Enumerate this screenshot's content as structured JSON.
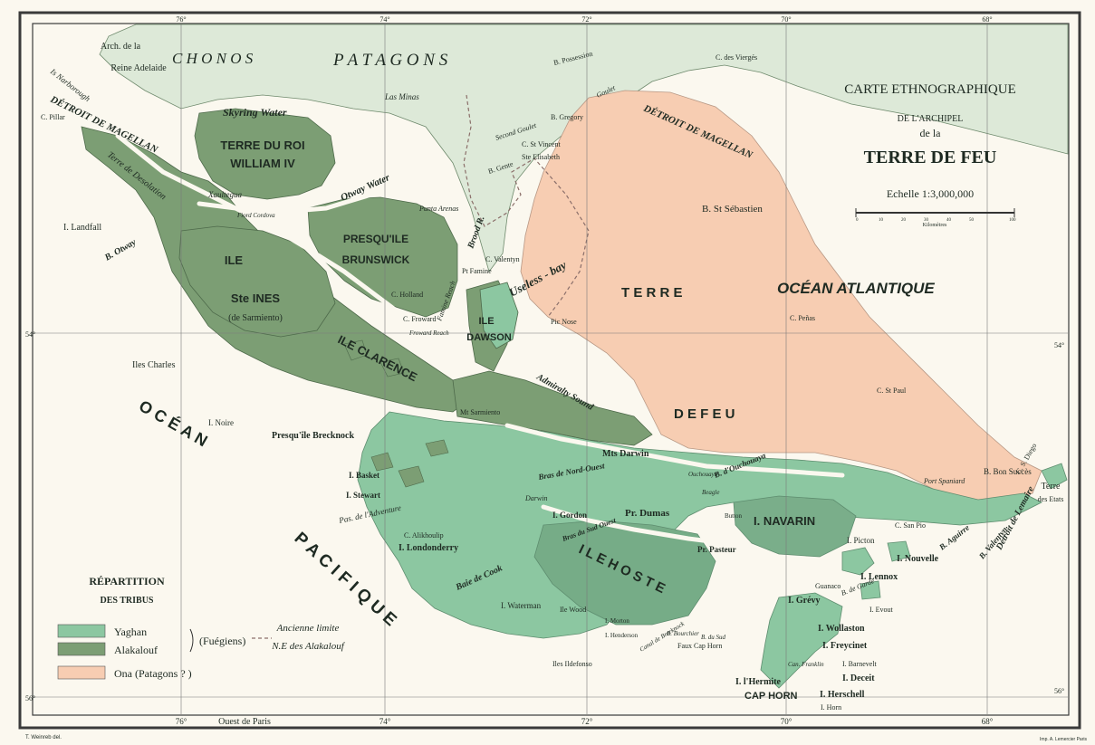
{
  "title": {
    "line1": "CARTE ETHNOGRAPHIQUE",
    "line2": "DE L'ARCHIPEL",
    "line3": "de la",
    "line4": "TERRE DE FEU",
    "scale": "Echelle 1:3,000,000",
    "scale_unit": "Kilomètres",
    "scale_ticks": [
      "0",
      "10",
      "20",
      "30",
      "40",
      "50",
      "100"
    ]
  },
  "colors": {
    "yaghan": "#8cc7a1",
    "alakalouf": "#7c9e74",
    "ona": "#f7cdb2",
    "land_plain": "#dde9d8",
    "sea": "#fbf8ef"
  },
  "legend": {
    "title1": "RÉPARTITION",
    "title2": "DES TRIBUS",
    "items": [
      {
        "label": "Yaghan",
        "color": "#8cc7a1"
      },
      {
        "label": "Alakalouf",
        "color": "#7c9e74"
      },
      {
        "label": "Ona (Patagons ? )",
        "color": "#f7cdb2"
      }
    ],
    "group_label": "(Fuégiens)",
    "limit_label1": "Ancienne limite",
    "limit_label2": "N.E des Alakalouf"
  },
  "graticule": {
    "lon_top": [
      "76°",
      "74°",
      "72°",
      "70°",
      "68°"
    ],
    "lon_bottom": [
      "76°",
      "74°",
      "72°",
      "70°",
      "68°"
    ],
    "bottom_note": "Ouest de Paris",
    "lat_left": [
      "54°",
      "56°"
    ],
    "lat_right": [
      "54°",
      "56°"
    ]
  },
  "credits": {
    "left": "T. Weinreb del.",
    "right": "Imp. A. Lemercier Paris"
  },
  "labels": {
    "arch_reine": "Arch. de la",
    "arch_reine2": "Reine Adelaide",
    "chonos": "C H O N O S",
    "patagons": "P A T A G O N S",
    "is_narborough": "Is Narborough",
    "detroit_w": "DÉTROIT DE MAGELLAN",
    "detroit_e": "DÉTROIT DE MAGELLAN",
    "c_pillar": "C. Pillar",
    "terre_desolation": "Terre de Desolation",
    "skyring": "Skyring Water",
    "las_minas": "Las Minas",
    "terre_roi": "TERRE DU ROI",
    "william": "WILLIAM IV",
    "xaultegua": "Xaultegua",
    "fiord": "Fiord Cordova",
    "otway_water": "Otway Water",
    "punta_arenas": "Punta Arenas",
    "brood": "Brood R.",
    "presquile": "PRESQU'ILE",
    "brunswick": "BRUNSWICK",
    "landfall": "I. Landfall",
    "b_otway": "B. Otway",
    "ile": "ILE",
    "st_ines": "Ste INES",
    "de_sarmiento": "(de Sarmiento)",
    "c_holland": "C. Holland",
    "pt_famine": "Pt Famine",
    "famine_reach": "Famine Reach",
    "c_froward": "C. Froward",
    "froward_reach": "Froward Reach",
    "ile_dawson1": "ILE",
    "ile_dawson2": "DAWSON",
    "c_valentyn": "C. Valentyn",
    "useless": "Useless - bay",
    "pic_nose": "Pic Nose",
    "b_possession": "B. Possession",
    "c_virgenes": "C. des Viergés",
    "goulet": "Goulet",
    "b_gregory": "B. Gregory",
    "second_goulet": "Second Goulet",
    "c_vincent": "C. St Vincent",
    "ste_elisabeth": "Ste Elisabeth",
    "b_gente": "B. Gente",
    "b_st_sebastien": "B. St Sébastien",
    "terre": "T E R R E",
    "de_feu": "D E   F E U",
    "ocean_atl": "OCÉAN ATLANTIQUE",
    "c_penas": "C. Peñas",
    "c_st_paul": "C. St Paul",
    "iles_charles": "Iles Charles",
    "ile_clarence": "ILE CLARENCE",
    "admiralty": "Admiralty Sound",
    "mt_sarmiento": "Mt Sarmiento",
    "mts_darwin": "Mts Darwin",
    "i_noire": "I. Noire",
    "presquile_brecknock": "Presqu'île Brecknock",
    "ocean_pac1": "O C É A N",
    "ocean_pac2": "P A C I F I Q U E",
    "i_basket": "I. Basket",
    "i_stewart": "I. Stewart",
    "bras_no": "Bras de Nord-Ouest",
    "d_darwin": "Darwin",
    "i_gordon": "I. Gordon",
    "bras_so": "Bras du Sud Ouest",
    "pr_dumas": "Pr. Dumas",
    "ouchouaya": "Ouchouaya",
    "b_ouchouaya": "B. d'Ouchouaya",
    "beagle": "Beagle",
    "button": "Button",
    "navarin": "I. NAVARIN",
    "pas_adventure": "Pas. de l'Adventure",
    "c_alikhoulip": "C. Alikhoulip",
    "i_londonderry": "I. Londonderry",
    "ile_hoste": "I L E   H O S T E",
    "pr_pasteur": "Pr. Pasteur",
    "baie_cook": "Baie de Cook",
    "i_waterman": "I. Waterman",
    "i_wood": "Ile Wood",
    "i_morton": "I. Morton",
    "i_henderson": "I. Henderson",
    "canal_brecknock": "Canal de Brecknock",
    "b_bourchier": "B. Bourchier",
    "b_du_sud": "B. du Sud",
    "faux_cap_horn": "Faux Cap Horn",
    "ildefonso": "Iles Ildefonso",
    "i_grevy": "I. Grévy",
    "i_wollaston": "I. Wollaston",
    "i_freycinet": "I. Freycinet",
    "i_barnevelt": "I. Barnevelt",
    "i_deceit": "I. Deceit",
    "i_hermite": "I. l'Hermite",
    "i_herschell": "I. Herschell",
    "i_horn": "I. Horn",
    "cap_horn": "CAP HORN",
    "i_evout": "I. Evout",
    "b_de_garde": "B. de Garde",
    "i_lennox": "I. Lennox",
    "i_nouvelle": "I. Nouvelle",
    "i_picton": "I. Picton",
    "c_san_pio": "C. San Pio",
    "b_aguirre": "B. Aguirre",
    "b_valentyn": "B. Valentyn",
    "detroit_lemaire": "Détroit de Lemaire",
    "port_spaniard": "Port Spaniard",
    "b_bon_succes": "B. Bon Succès",
    "c_st_diego": "C. S. Diego",
    "terre_des_etats1": "Terre",
    "terre_des_etats2": "des Etats",
    "guanaco": "Guanaco",
    "c_famine_can": "Can. Franklin"
  }
}
